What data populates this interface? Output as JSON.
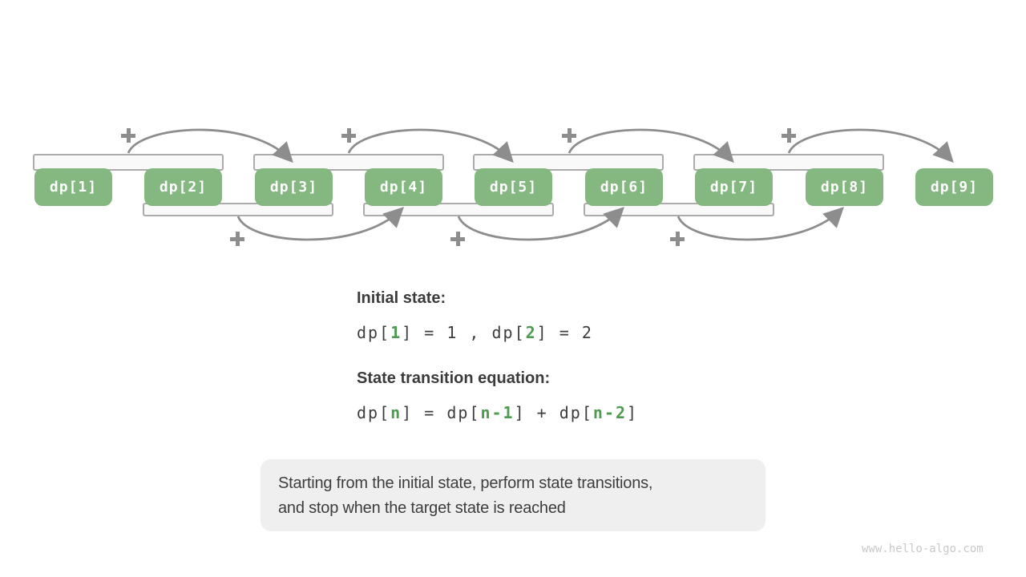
{
  "colors": {
    "box_green": "#85b880",
    "equation_green": "#4c9b4e",
    "arrow_gray": "#8d8d8d",
    "text_dark": "#3d3d3d",
    "bracket_border": "#ababab",
    "bracket_fill": "#f9f9f9",
    "callout_bg": "#efefef",
    "watermark_gray": "#c9c9c9"
  },
  "dp_boxes": [
    {
      "label": "dp[1]"
    },
    {
      "label": "dp[2]"
    },
    {
      "label": "dp[3]"
    },
    {
      "label": "dp[4]"
    },
    {
      "label": "dp[5]"
    },
    {
      "label": "dp[6]"
    },
    {
      "label": "dp[7]"
    },
    {
      "label": "dp[8]"
    },
    {
      "label": "dp[9]"
    }
  ],
  "diagram": {
    "top_group_pairs": [
      [
        "dp[1]",
        "dp[2]"
      ],
      [
        "dp[3]",
        "dp[4]"
      ],
      [
        "dp[5]",
        "dp[6]"
      ],
      [
        "dp[7]",
        "dp[8]"
      ]
    ],
    "bottom_group_pairs": [
      [
        "dp[2]",
        "dp[3]"
      ],
      [
        "dp[4]",
        "dp[5]"
      ],
      [
        "dp[6]",
        "dp[7]"
      ]
    ],
    "top_arrows": [
      [
        "dp[1]+dp[2]",
        "dp[3]"
      ],
      [
        "dp[3]+dp[4]",
        "dp[5]"
      ],
      [
        "dp[5]+dp[6]",
        "dp[7]"
      ],
      [
        "dp[7]+dp[8]",
        "dp[9]"
      ]
    ],
    "bottom_arrows": [
      [
        "dp[2]+dp[3]",
        "dp[4]"
      ],
      [
        "dp[4]+dp[5]",
        "dp[6]"
      ],
      [
        "dp[6]+dp[7]",
        "dp[8]"
      ]
    ],
    "operator": "+"
  },
  "sections": {
    "initial_state": {
      "heading": "Initial state:",
      "equation_parts": [
        {
          "text": "dp["
        },
        {
          "text": "1",
          "green": true
        },
        {
          "text": "] = 1 , dp["
        },
        {
          "text": "2",
          "green": true
        },
        {
          "text": "] = 2"
        }
      ]
    },
    "transition": {
      "heading": "State transition equation:",
      "equation_parts": [
        {
          "text": "dp["
        },
        {
          "text": "n",
          "green": true
        },
        {
          "text": "] = dp["
        },
        {
          "text": "n-1",
          "green": true
        },
        {
          "text": "] + dp["
        },
        {
          "text": "n-2",
          "green": true
        },
        {
          "text": "]"
        }
      ]
    }
  },
  "callout": {
    "line1": "Starting from the initial state, perform state transitions,",
    "line2": "and stop when the target state is reached"
  },
  "watermark": "www.hello-algo.com"
}
